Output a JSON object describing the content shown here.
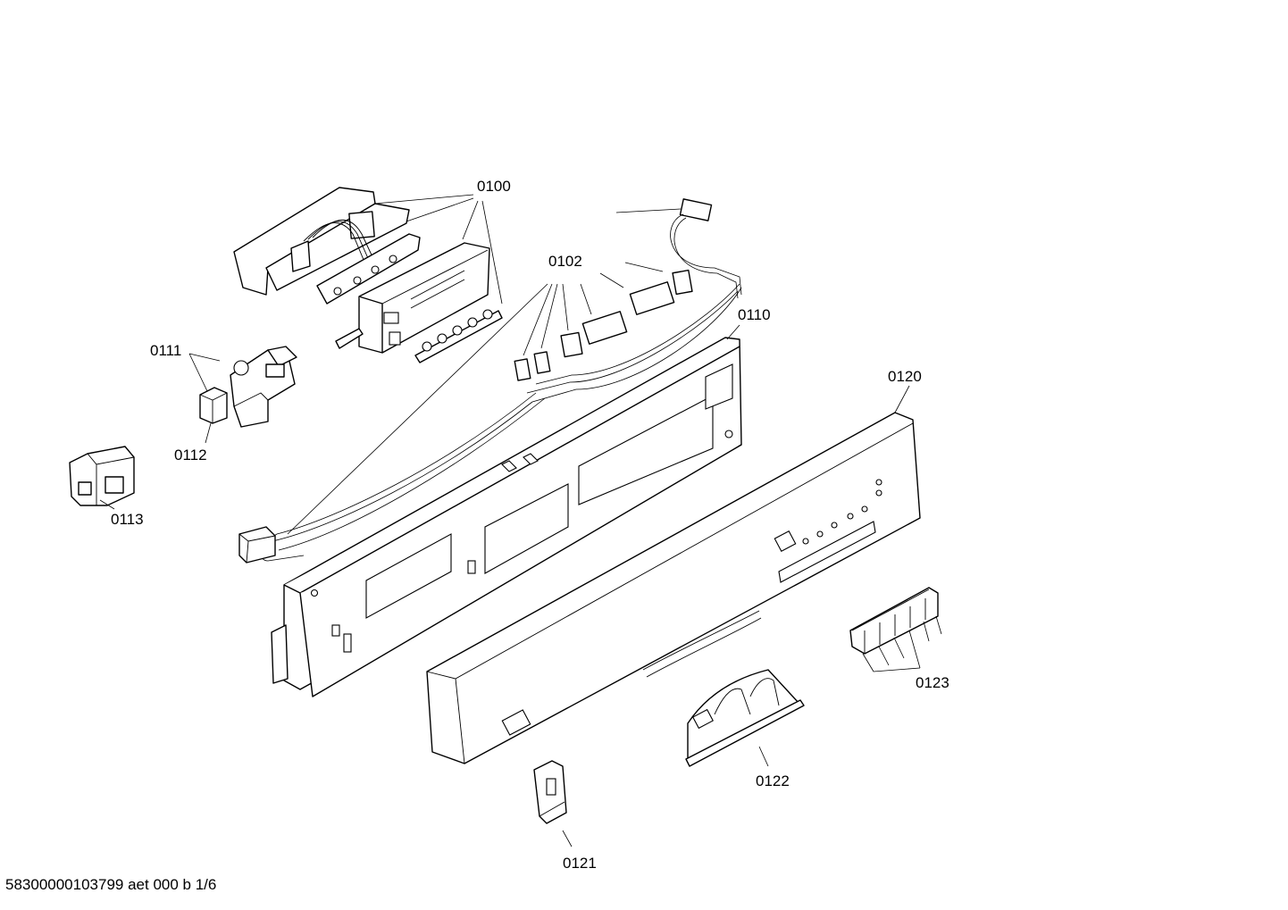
{
  "callouts": {
    "c0100": "0100",
    "c0102": "0102",
    "c0110": "0110",
    "c0111": "0111",
    "c0112": "0112",
    "c0113": "0113",
    "c0120": "0120",
    "c0121": "0121",
    "c0122": "0122",
    "c0123": "0123"
  },
  "footer": {
    "doc_id": "58300000103799 aet 000 b 1/6"
  }
}
